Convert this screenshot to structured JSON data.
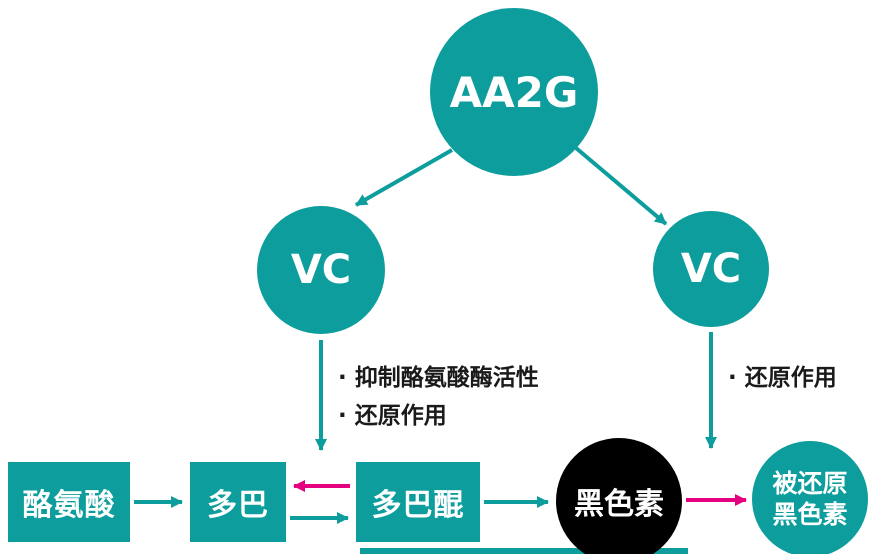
{
  "colors": {
    "teal": "#0d9d9d",
    "magenta": "#e5007f",
    "black": "#000000",
    "background": "#ffffff",
    "note_text": "#1a1a1a"
  },
  "nodes": {
    "aa2g": {
      "label": "AA2G"
    },
    "vc_left": {
      "label": "VC"
    },
    "vc_right": {
      "label": "VC"
    },
    "tyrosine": {
      "label": "酪氨酸"
    },
    "dopa": {
      "label": "多巴"
    },
    "dopaquinone": {
      "label": "多巴醌"
    },
    "melanin": {
      "label": "黑色素"
    },
    "reduced_melanin": {
      "line1": "被还原",
      "line2": "黑色素"
    }
  },
  "annotations": {
    "vc_left_effects": {
      "line1": "· 抑制酪氨酸酶活性",
      "line2": "· 还原作用"
    },
    "vc_right_effects": {
      "line1": "· 还原作用"
    }
  }
}
